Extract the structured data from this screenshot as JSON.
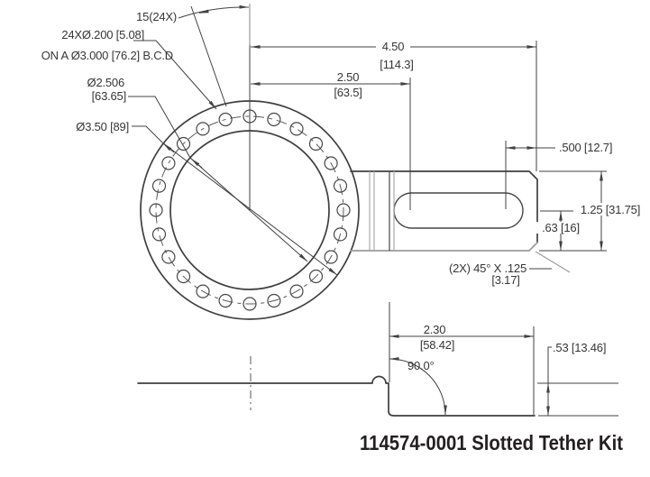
{
  "title": "114574-0001 Slotted Tether Kit",
  "colors": {
    "line": "#3f3f3f",
    "gray": "#9b9b9b",
    "text": "#363636",
    "background": "#ffffff"
  },
  "top_view": {
    "angle_label": "15(24X)",
    "holes_label": "24XØ.200 [5.08]",
    "holes_label2": "ON A Ø3.000 [76.2] B.C.D",
    "inner_dia_label": "Ø2.506",
    "inner_dia_mm": "[63.65]",
    "outer_dia_label": "Ø3.50 [89]",
    "width_in": "4.50",
    "width_mm": "[114.3]",
    "slot_in": "2.50",
    "slot_mm": "[63.5]",
    "slot_end_label": ".500 [12.7]",
    "height_label": "1.25 [31.75]",
    "offset_label": ".63 [16]",
    "chamfer_label": "(2X) 45° X .125",
    "chamfer_mm": "[3.17]"
  },
  "side_view": {
    "length_in": "2.30",
    "length_mm": "[58.42]",
    "angle_label": "90.0°",
    "step_label": ".53 [13.46]"
  }
}
